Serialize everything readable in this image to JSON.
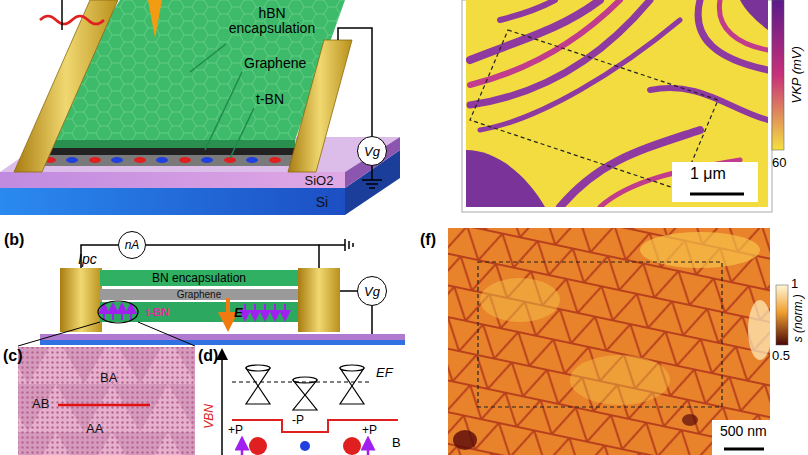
{
  "diagram": {
    "nodes": [
      {
        "text": [
          "SiO2"
        ]
      },
      {
        "text": [
          "Si"
        ]
      },
      {
        "text": [
          "Vg"
        ]
      },
      {
        "text": [
          "nA"
        ]
      },
      {
        "text": [
          "BN encapsulation"
        ]
      },
      {
        "text": [
          "Graphene"
        ]
      },
      {
        "text": [
          "t-BN"
        ]
      },
      {
        "text": [
          "Vg"
        ]
      }
    ],
    "labels": [
      "hBN encapsulation",
      "Graphene",
      "t-BN",
      "VKP (mV)",
      "60",
      "1 μm",
      "(b)",
      "Ipc",
      "E",
      "(c)",
      "BA",
      "AB",
      "AA",
      "(d)",
      "EF",
      "VBN",
      "+P",
      "-P",
      "+P",
      "B",
      "(f)",
      "1",
      "s (norm.)",
      "0.5",
      "500 nm"
    ]
  }
}
